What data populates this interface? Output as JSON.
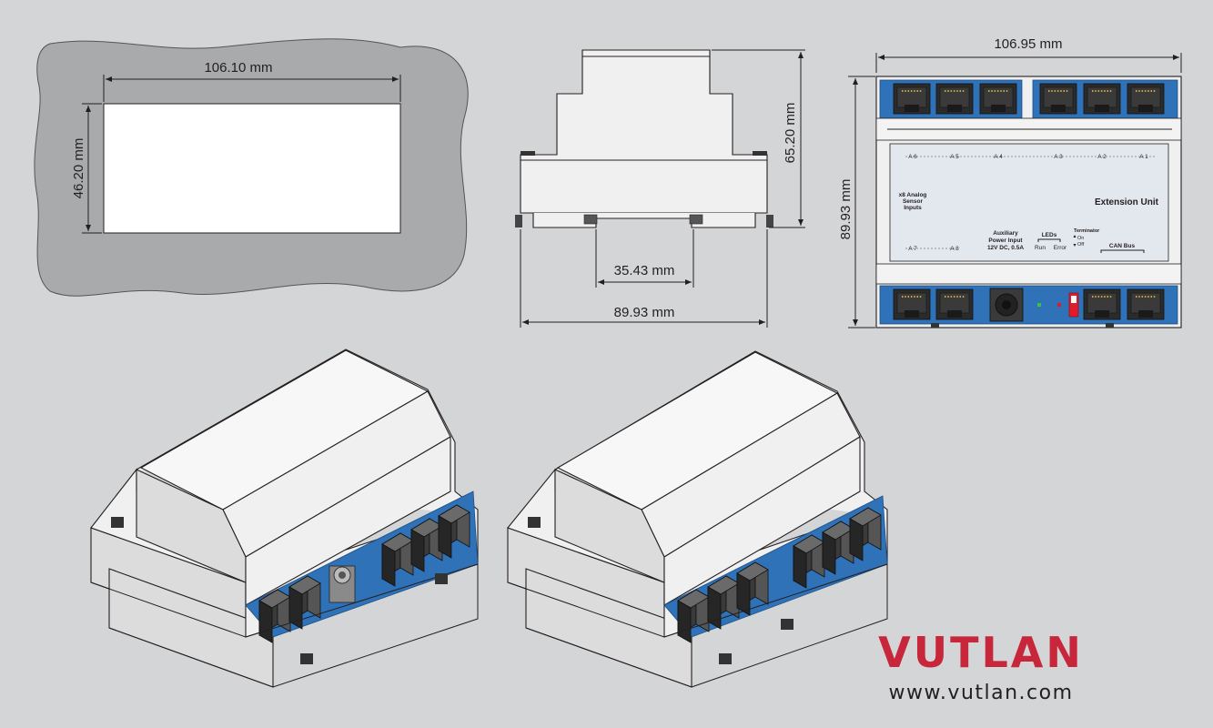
{
  "cutout": {
    "width_label": "106.10 mm",
    "height_label": "46.20 mm"
  },
  "side_view": {
    "height_label": "65.20 mm",
    "rail_label": "35.43 mm",
    "width_label": "89.93 mm"
  },
  "front_view": {
    "width_label": "106.95 mm",
    "height_label": "89.93 mm",
    "title": "Extension Unit",
    "analog_top": [
      "A 6",
      "A 5",
      "A 4",
      "A 3",
      "A 2",
      "A 1"
    ],
    "analog_bottom": [
      "A 7",
      "A 8"
    ],
    "inputs_label": [
      "x8 Analog",
      "Sensor",
      "Inputs"
    ],
    "power_label": [
      "Auxiliary",
      "Power Input",
      "12V DC, 0.5A"
    ],
    "leds_label": "LEDs",
    "led_run": "Run",
    "led_error": "Error",
    "terminator_label": "Terminator",
    "terminator_on": "On",
    "terminator_off": "Off",
    "can_label": "CAN Bus"
  },
  "logo": {
    "brand": "VUTLAN",
    "url": "www.vutlan.com"
  },
  "colors": {
    "background": "#d4d5d6",
    "panel_gray": "#a9aaab",
    "housing": "#f0f0f0",
    "connector_blue": "#2f72b8",
    "brand_red": "#c8263a",
    "jack_dark": "#3c3c3c",
    "switch_red": "#e21b2b"
  }
}
